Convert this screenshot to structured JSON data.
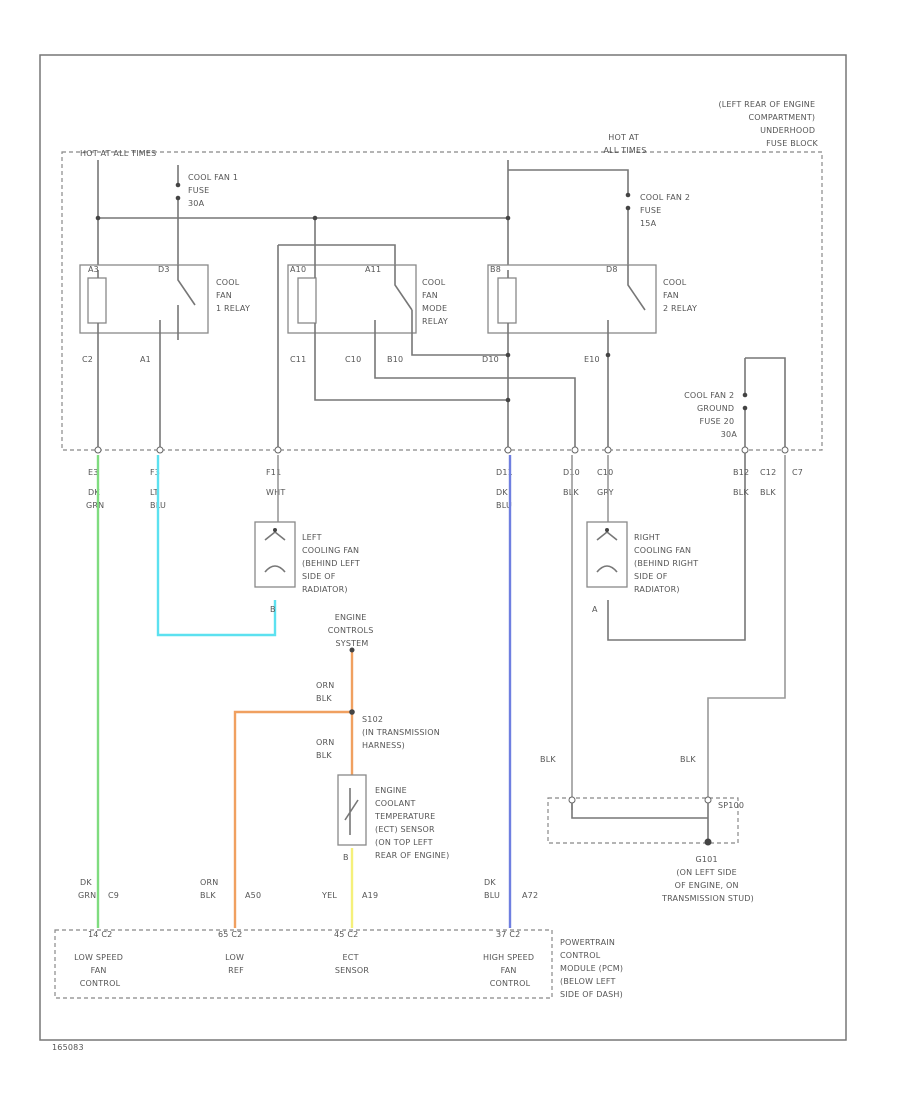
{
  "fuse_block": {
    "location": [
      "(LEFT REAR OF ENGINE",
      "COMPARTMENT)",
      "UNDERHOOD",
      "FUSE BLOCK"
    ],
    "hot_at_all_times": "HOT AT ALL TIMES",
    "hot_at_all_times_2": [
      "HOT AT",
      "ALL TIMES"
    ]
  },
  "fuses": {
    "fan1": [
      "COOL FAN 1",
      "FUSE",
      "30A"
    ],
    "fan2": [
      "COOL FAN 2",
      "FUSE",
      "15A"
    ],
    "ground": [
      "COOL FAN 2",
      "GROUND",
      "FUSE 20",
      "30A"
    ]
  },
  "relays": {
    "fan1": {
      "label": [
        "COOL",
        "FAN",
        "1 RELAY"
      ],
      "pin_a": "A3",
      "pin_b": "D3",
      "pin_c": "C2",
      "pin_d": "A1"
    },
    "mode": {
      "label": [
        "COOL",
        "FAN",
        "MODE",
        "RELAY"
      ],
      "pin_a": "A10",
      "pin_b": "A11",
      "pin_c": "C11",
      "pin_d": "C10",
      "pin_e": "B10"
    },
    "fan2": {
      "label": [
        "COOL",
        "FAN",
        "2 RELAY"
      ],
      "pin_a": "B8",
      "pin_b": "D8",
      "pin_c": "D10",
      "pin_d": "E10"
    }
  },
  "connectors": {
    "e3": "E3",
    "f3": "F3",
    "f11": "F11",
    "d11": "D11",
    "d10": "D10",
    "c10": "C10",
    "b12": "B12",
    "c12": "C12",
    "c7": "C7"
  },
  "wires": {
    "dk_grn": [
      "DK",
      "GRN"
    ],
    "lt_blu": [
      "LT",
      "BLU"
    ],
    "wht": "WHT",
    "dk_blu": [
      "DK",
      "BLU"
    ],
    "blk": "BLK",
    "gry": "GRY",
    "orn_blk": [
      "ORN",
      "BLK"
    ],
    "yel": "YEL",
    "blk2": "BLK"
  },
  "fans": {
    "left": [
      "LEFT",
      "COOLING FAN",
      "(BEHIND LEFT",
      "SIDE OF",
      "RADIATOR)"
    ],
    "left_pin": "B",
    "right": [
      "RIGHT",
      "COOLING FAN",
      "(BEHIND RIGHT",
      "SIDE OF",
      "RADIATOR)"
    ],
    "right_pin": "A"
  },
  "ecs": {
    "label": [
      "ENGINE",
      "CONTROLS",
      "SYSTEM"
    ],
    "splice": [
      "S102",
      "(IN TRANSMISSION",
      "HARNESS)"
    ]
  },
  "sensor": {
    "label": [
      "ENGINE",
      "COOLANT",
      "TEMPERATURE",
      "(ECT) SENSOR",
      "(ON TOP LEFT",
      "REAR OF ENGINE)"
    ],
    "pin_b": "B"
  },
  "ground": {
    "sp": "SP100",
    "label": [
      "G101",
      "(ON LEFT SIDE",
      "OF ENGINE, ON",
      "TRANSMISSION STUD)"
    ]
  },
  "pcm": {
    "terms": {
      "c9": "C9",
      "a50": "A50",
      "a19": "A19",
      "a72": "A72"
    },
    "pins": {
      "p1": "14 C2",
      "p2": "65 C2",
      "p3": "45 C2",
      "p4": "37 C2"
    },
    "labels": {
      "low_speed": [
        "LOW SPEED",
        "FAN",
        "CONTROL"
      ],
      "low_ref": [
        "LOW",
        "REF"
      ],
      "ect": [
        "ECT",
        "SENSOR"
      ],
      "high_speed": [
        "HIGH SPEED",
        "FAN",
        "CONTROL"
      ]
    },
    "module": [
      "POWERTRAIN",
      "CONTROL",
      "MODULE (PCM)",
      "(BELOW LEFT",
      "SIDE OF DASH)"
    ]
  },
  "footer_code": "165083",
  "colors": {
    "dk_grn": "#7fdc7f",
    "lt_blu": "#5ce1f0",
    "dk_blu": "#6f7fe0",
    "orn": "#f0a060",
    "yel": "#f5f07a",
    "gray_wire": "#999999"
  }
}
